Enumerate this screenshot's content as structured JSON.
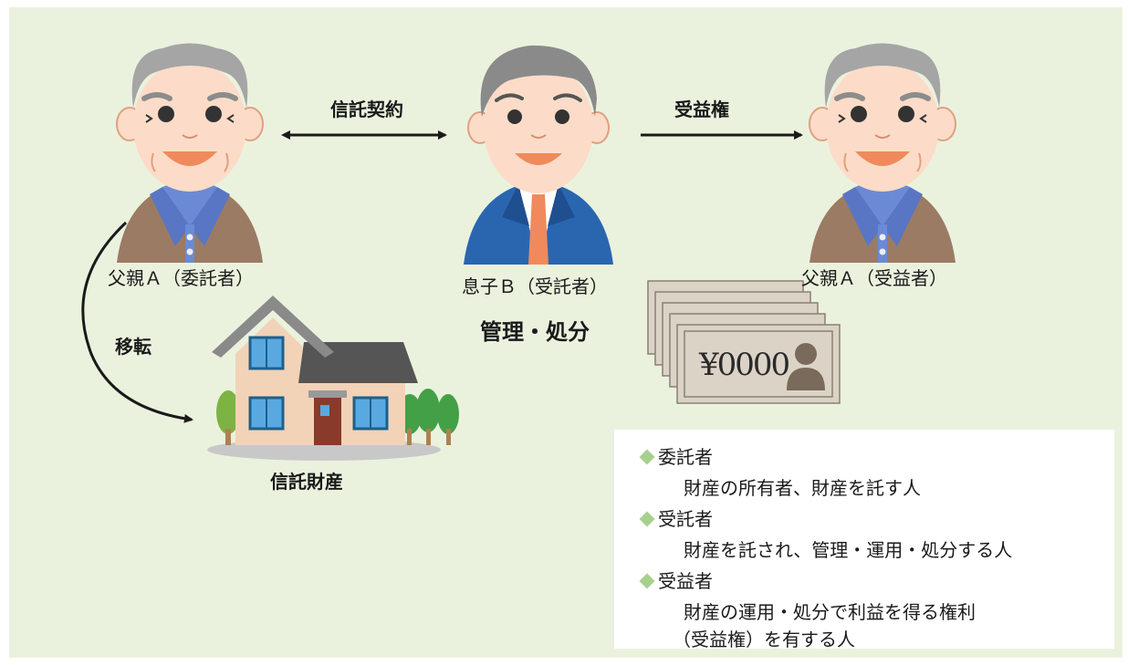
{
  "labels": {
    "father_left": "父親Ａ（委託者）",
    "son": "息子Ｂ（受託者）",
    "father_right": "父親Ａ（受益者）",
    "trust_contract": "信託契約",
    "beneficial_right": "受益権",
    "management": "管理・処分",
    "transfer": "移転",
    "trust_property": "信託財産",
    "banknote": "¥0000"
  },
  "legend": [
    {
      "term": "委託者",
      "lines": [
        "財産の所有者、財産を託す人"
      ]
    },
    {
      "term": "受託者",
      "lines": [
        "財産を託され、管理・運用・処分する人"
      ]
    },
    {
      "term": "受益者",
      "lines": [
        "財産の運用・処分で利益を得る権利",
        "（受益権）を有する人"
      ]
    }
  ],
  "colors": {
    "background": "#eaf2de",
    "legend_marker": "#a8d08d",
    "skin": "#fcdcc8",
    "jacket_brown": "#9b7b63",
    "suit_blue": "#2a66b0",
    "tie": "#f08a5c"
  }
}
